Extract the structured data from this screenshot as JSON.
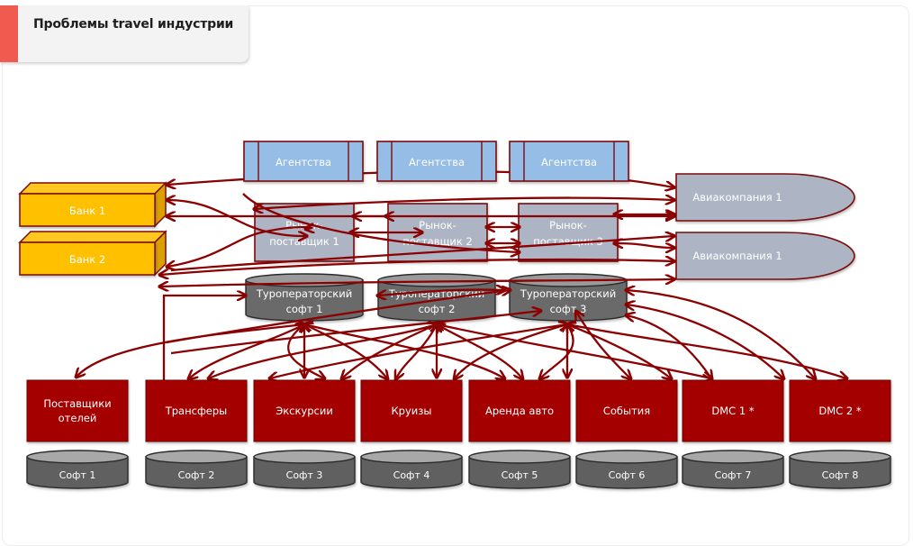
{
  "title": "Проблемы travel индустрии",
  "colors": {
    "accent": "#f05a4f",
    "bank": "#ffc000",
    "agency": "#95bde6",
    "market": "#adb5c5",
    "airline": "#adb5c5",
    "tour_soft": "#6b6b6b",
    "supplier": "#a50000",
    "soft": "#616161",
    "connector": "#8b0000"
  },
  "agencies": [
    {
      "label": "Агентства"
    },
    {
      "label": "Агентства"
    },
    {
      "label": "Агентства"
    }
  ],
  "banks": [
    {
      "label": "Банк 1"
    },
    {
      "label": "Банк 2"
    }
  ],
  "markets": [
    {
      "line1": "Рынок-",
      "line2": "поставщик 1"
    },
    {
      "line1": "Рынок-",
      "line2": "поставщик 2"
    },
    {
      "line1": "Рынок-",
      "line2": "поставщик 3"
    }
  ],
  "airlines": [
    {
      "label": "Авиакомпания 1"
    },
    {
      "label": "Авиакомпания 1"
    }
  ],
  "tour_softs": [
    {
      "line1": "Туроператорский",
      "line2": "софт 1"
    },
    {
      "line1": "Туроператорский",
      "line2": "софт 2"
    },
    {
      "line1": "Туроператорский",
      "line2": "софт 3"
    }
  ],
  "suppliers": [
    {
      "line1": "Поставщики",
      "line2": "отелей"
    },
    {
      "line1": "Трансферы",
      "line2": ""
    },
    {
      "line1": "Экскурсии",
      "line2": ""
    },
    {
      "line1": "Круизы",
      "line2": ""
    },
    {
      "line1": "Аренда авто",
      "line2": ""
    },
    {
      "line1": "События",
      "line2": ""
    },
    {
      "line1": "DMC 1 *",
      "line2": ""
    },
    {
      "line1": "DMC 2 *",
      "line2": ""
    }
  ],
  "softs": [
    {
      "label": "Софт 1"
    },
    {
      "label": "Софт 2"
    },
    {
      "label": "Софт 3"
    },
    {
      "label": "Софт 4"
    },
    {
      "label": "Софт 5"
    },
    {
      "label": "Софт 6"
    },
    {
      "label": "Софт 7"
    },
    {
      "label": "Софт 8"
    }
  ]
}
